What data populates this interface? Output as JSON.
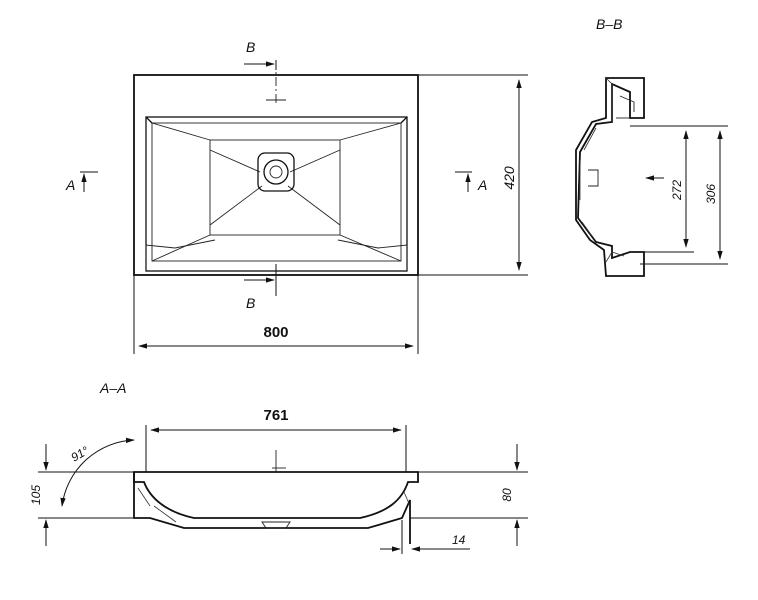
{
  "section_labels": {
    "aa": "A–A",
    "bb": "B–B"
  },
  "cut_letters": {
    "a": "A",
    "b": "B"
  },
  "dimensions": {
    "width": "800",
    "height": "420",
    "inner_width": "761",
    "depth_total": "105",
    "depth_bowl": "80",
    "wall": "14",
    "angle": "91°",
    "bb_inner": "272",
    "bb_outer": "306"
  }
}
